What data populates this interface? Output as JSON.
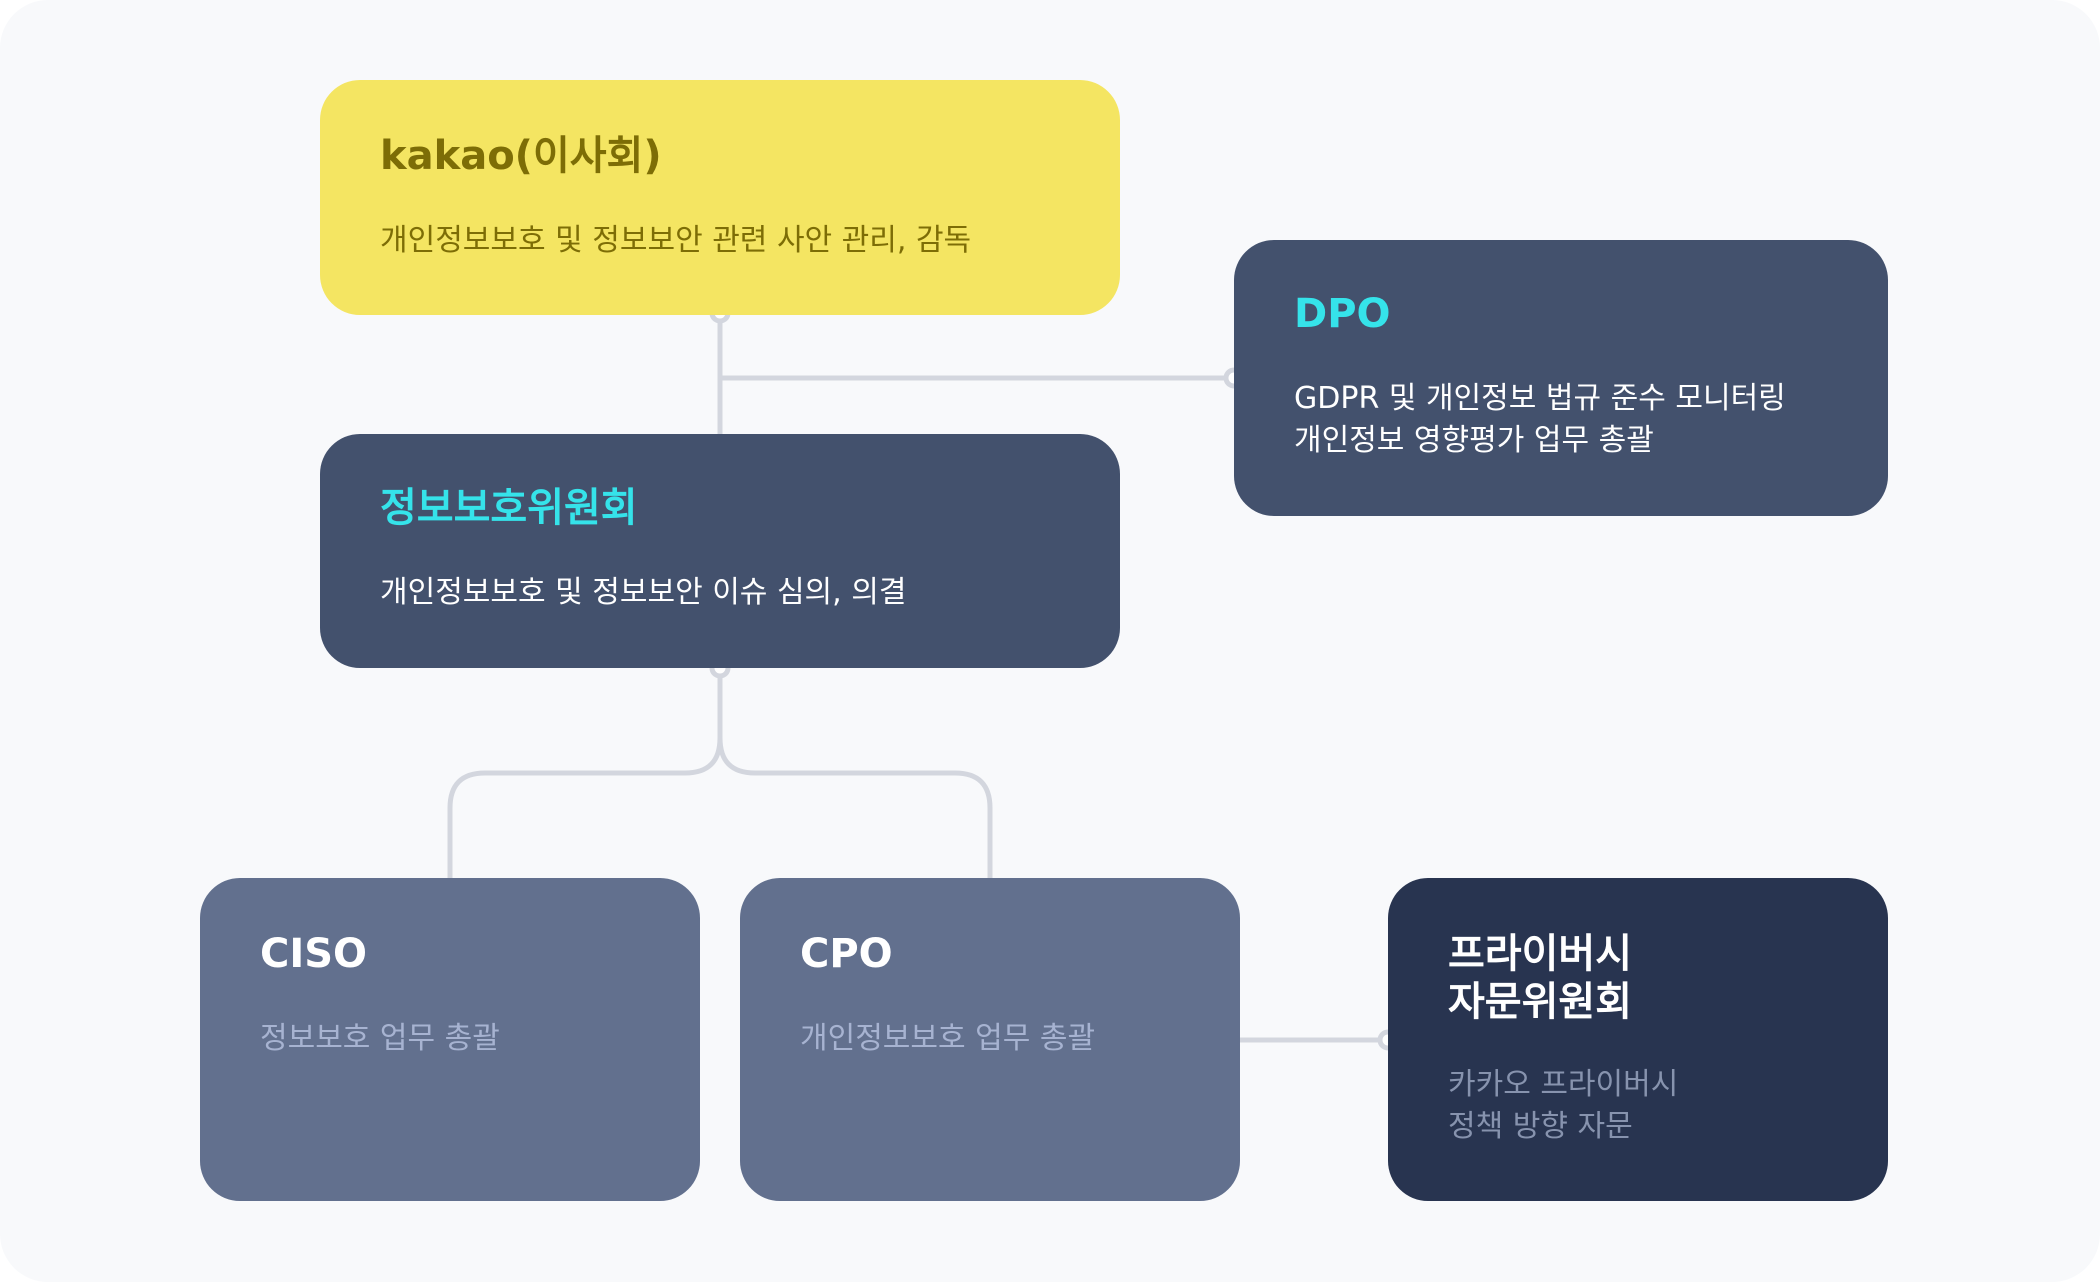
{
  "colors": {
    "background": "#f8f9fb",
    "connector": "#d3d6de",
    "yellow_card": "#f4e562",
    "dark_card": "#43516d",
    "mid_card": "#62708e",
    "darkest_card": "#283450",
    "accent_cyan": "#35e3ea",
    "olive_text": "#7d6d06"
  },
  "nodes": {
    "board": {
      "title": "kakao(이사회)",
      "description": "개인정보보호 및 정보보안 관련 사안 관리, 감독"
    },
    "dpo": {
      "title": "DPO",
      "description": "GDPR 및 개인정보 법규 준수 모니터링\n개인정보 영향평가 업무 총괄"
    },
    "committee": {
      "title": "정보보호위원회",
      "description": "개인정보보호 및 정보보안 이슈 심의, 의결"
    },
    "ciso": {
      "title": "CISO",
      "description": "정보보호 업무 총괄"
    },
    "cpo": {
      "title": "CPO",
      "description": "개인정보보호 업무 총괄"
    },
    "advisory": {
      "title": "프라이버시\n자문위원회",
      "description": "카카오 프라이버시\n정책 방향 자문"
    }
  }
}
